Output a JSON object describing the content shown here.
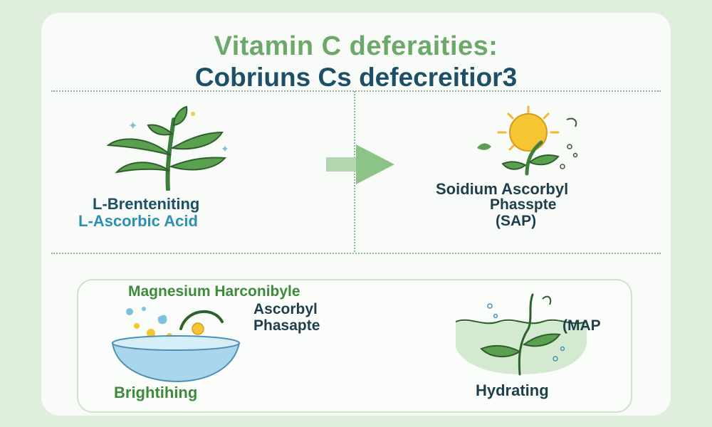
{
  "title": {
    "line1": "Vitamin C deferaities:",
    "line2": "Cobriuns Cs defecreitior3"
  },
  "left_panel": {
    "line1": "L-Brenteniting",
    "line2": "L-Ascorbic Acid"
  },
  "right_panel": {
    "line1": "Soidium Ascorbyl",
    "line2": "Phasspte",
    "line3": "(SAP)"
  },
  "bottom_left": {
    "heading": "Magnesium Harconibyle",
    "line2": "Ascorbyl",
    "line3": "Phasapte",
    "footer": "Brightihing"
  },
  "bottom_right": {
    "tag": "(MAP",
    "footer": "Hydrating"
  },
  "colors": {
    "background": "#dfeedd",
    "card": "#f9fbf8",
    "title_green": "#6da86b",
    "title_navy": "#1d5067",
    "leaf_green": "#4f9a4c",
    "sun_yellow": "#f5c534",
    "water_blue": "#7cc0dd"
  },
  "icons": [
    "plant-icon",
    "arrow-icon",
    "sun-sprout-icon",
    "water-bowl-icon",
    "seedling-water-icon"
  ]
}
